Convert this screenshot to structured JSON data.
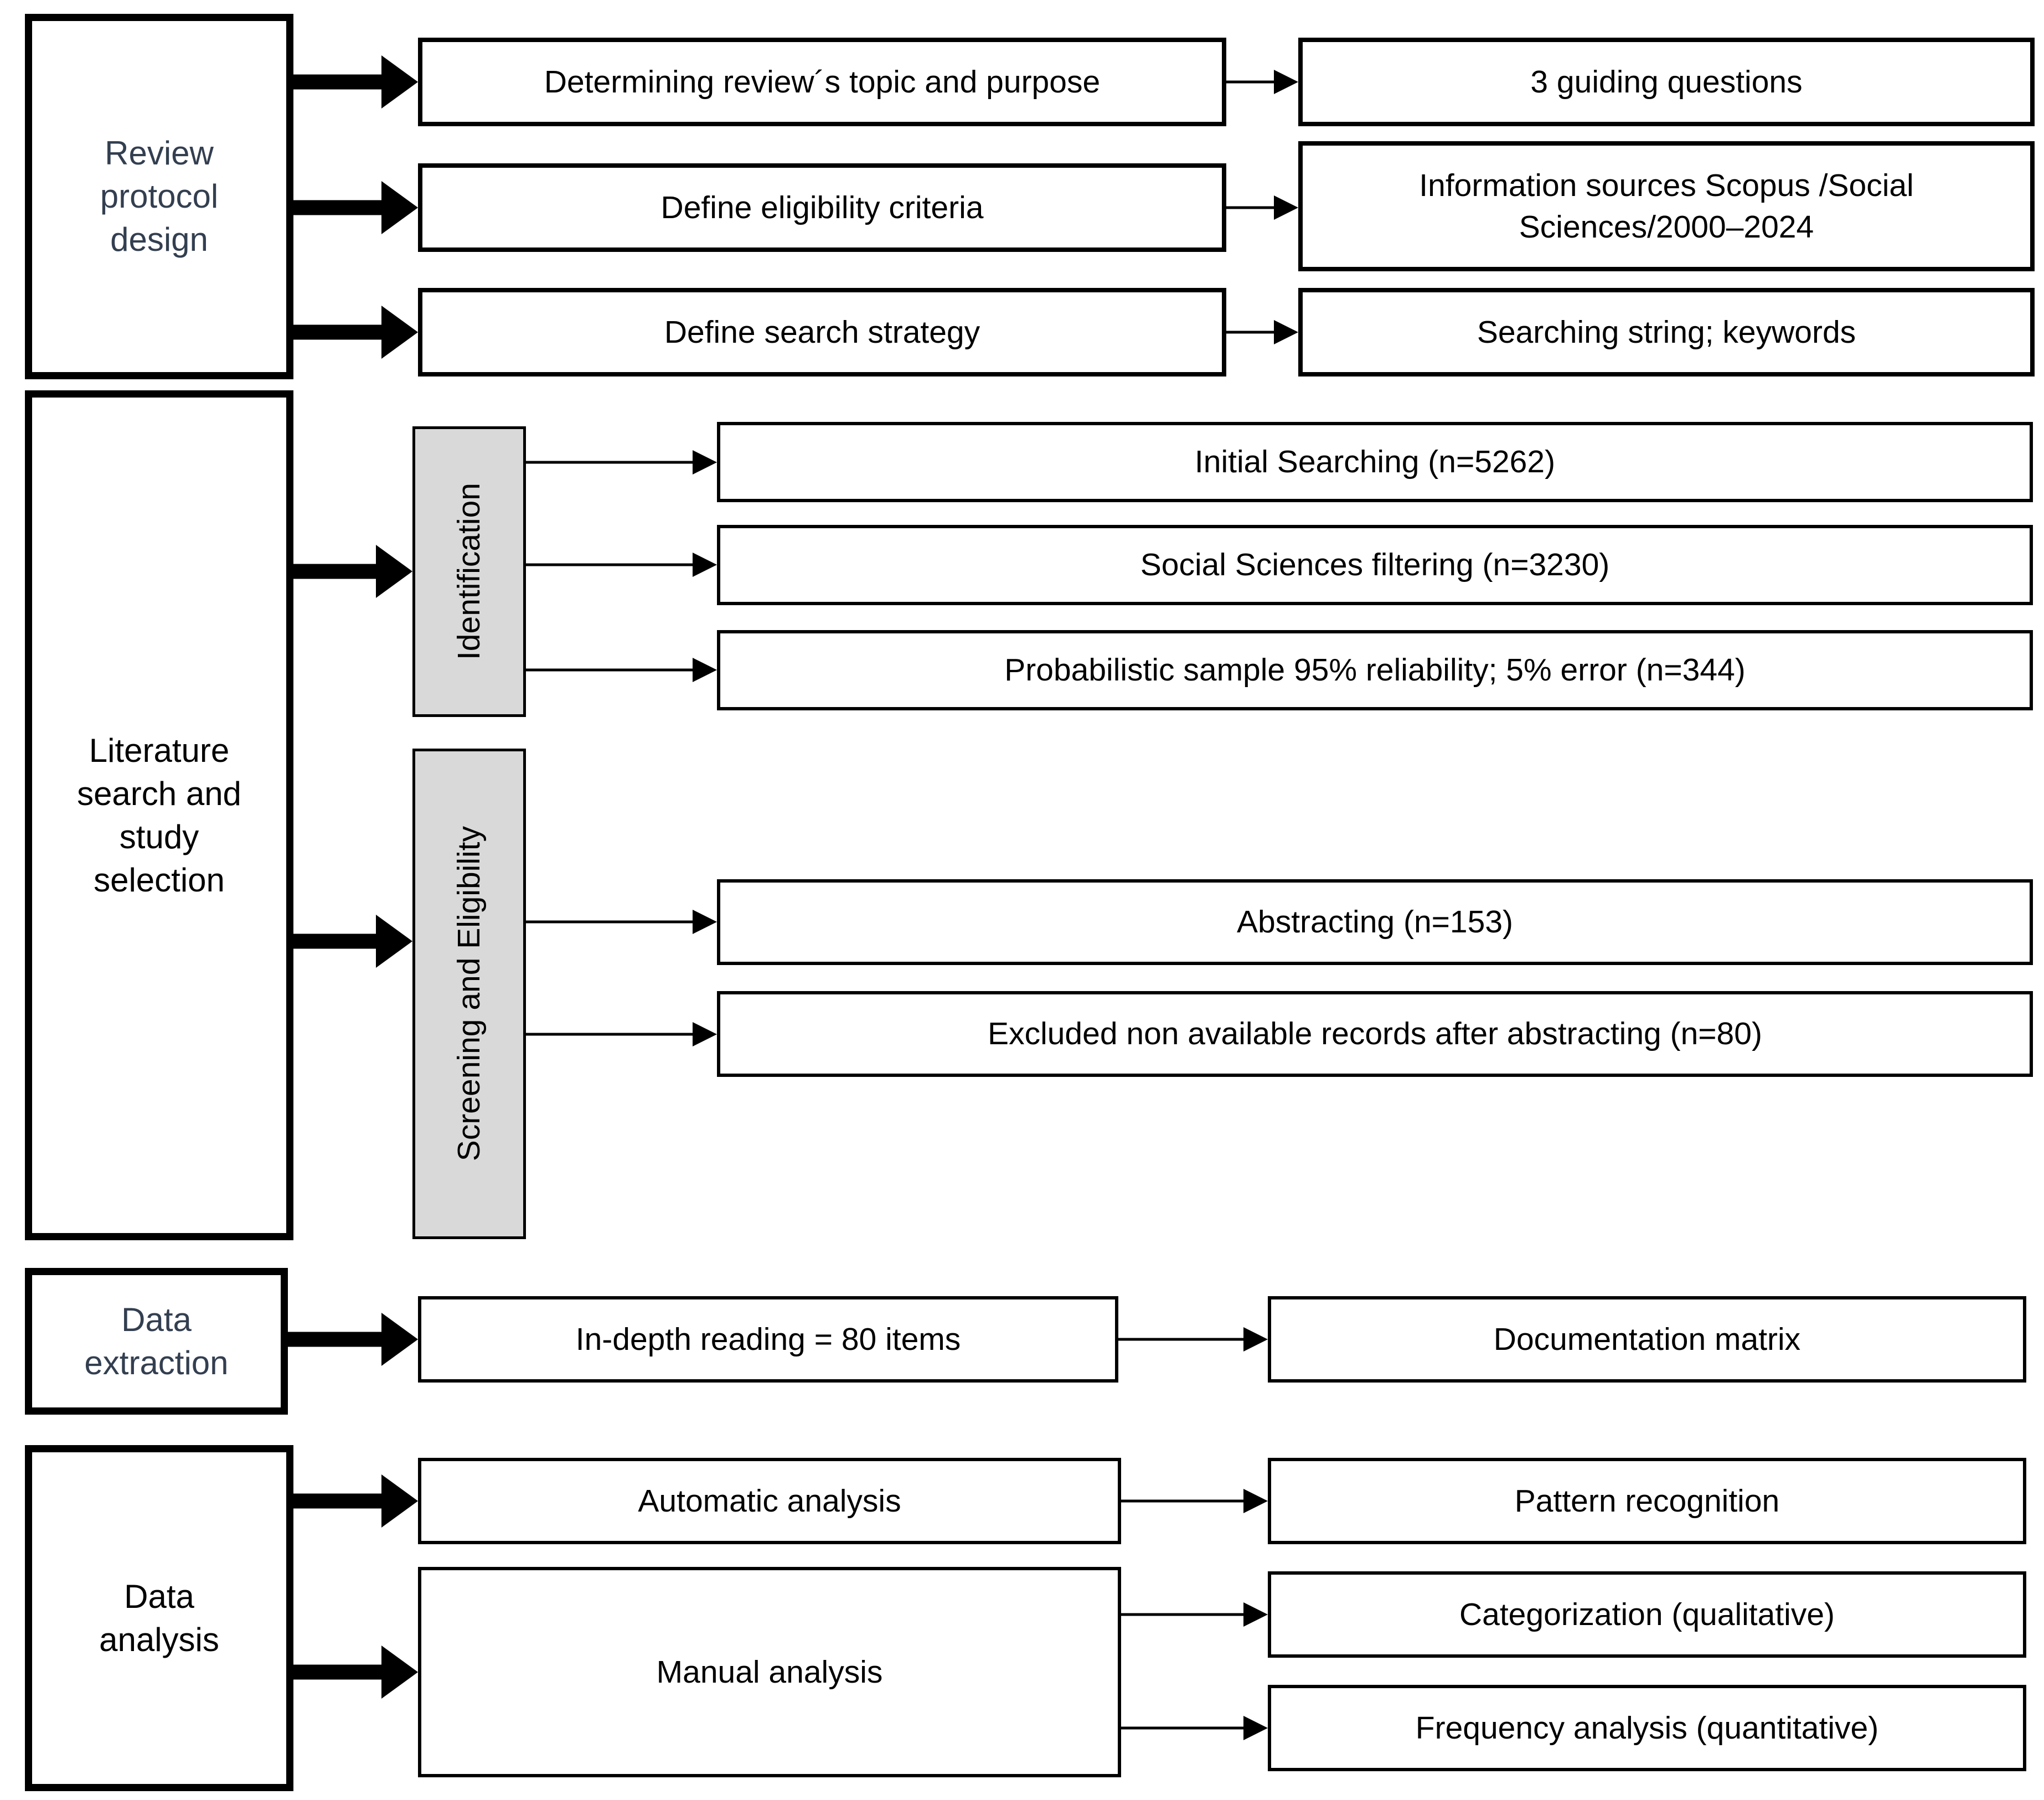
{
  "colors": {
    "ink": "#000000",
    "navy_label": "#333F50",
    "phase_fill": "#D9D9D9",
    "background": "#FFFFFF"
  },
  "flowchart": {
    "review_protocol": {
      "label": "Review protocol design",
      "steps": [
        "Determining review´s topic and purpose",
        "Define eligibility criteria",
        "Define search strategy"
      ],
      "outputs": [
        "3 guiding questions",
        "Information sources Scopus /Social Sciences/2000–2024",
        "Searching string; keywords"
      ]
    },
    "literature_search": {
      "label": "Literature search and study selection",
      "identification": {
        "label": "Identification",
        "items": [
          "Initial Searching  (n=5262)",
          "Social Sciences filtering (n=3230)",
          "Probabilistic sample 95% reliability; 5% error (n=344)"
        ]
      },
      "screening": {
        "label": "Screening and Eligibility",
        "items": [
          "Abstracting (n=153)",
          "Excluded non available records after abstracting (n=80)"
        ]
      }
    },
    "data_extraction": {
      "label": "Data extraction",
      "step": "In-depth reading = 80 items",
      "output": "Documentation matrix"
    },
    "data_analysis": {
      "label": "Data analysis",
      "steps": [
        "Automatic analysis",
        "Manual analysis"
      ],
      "outputs": [
        "Pattern recognition",
        "Categorization (qualitative)",
        "Frequency analysis (quantitative)"
      ]
    }
  }
}
